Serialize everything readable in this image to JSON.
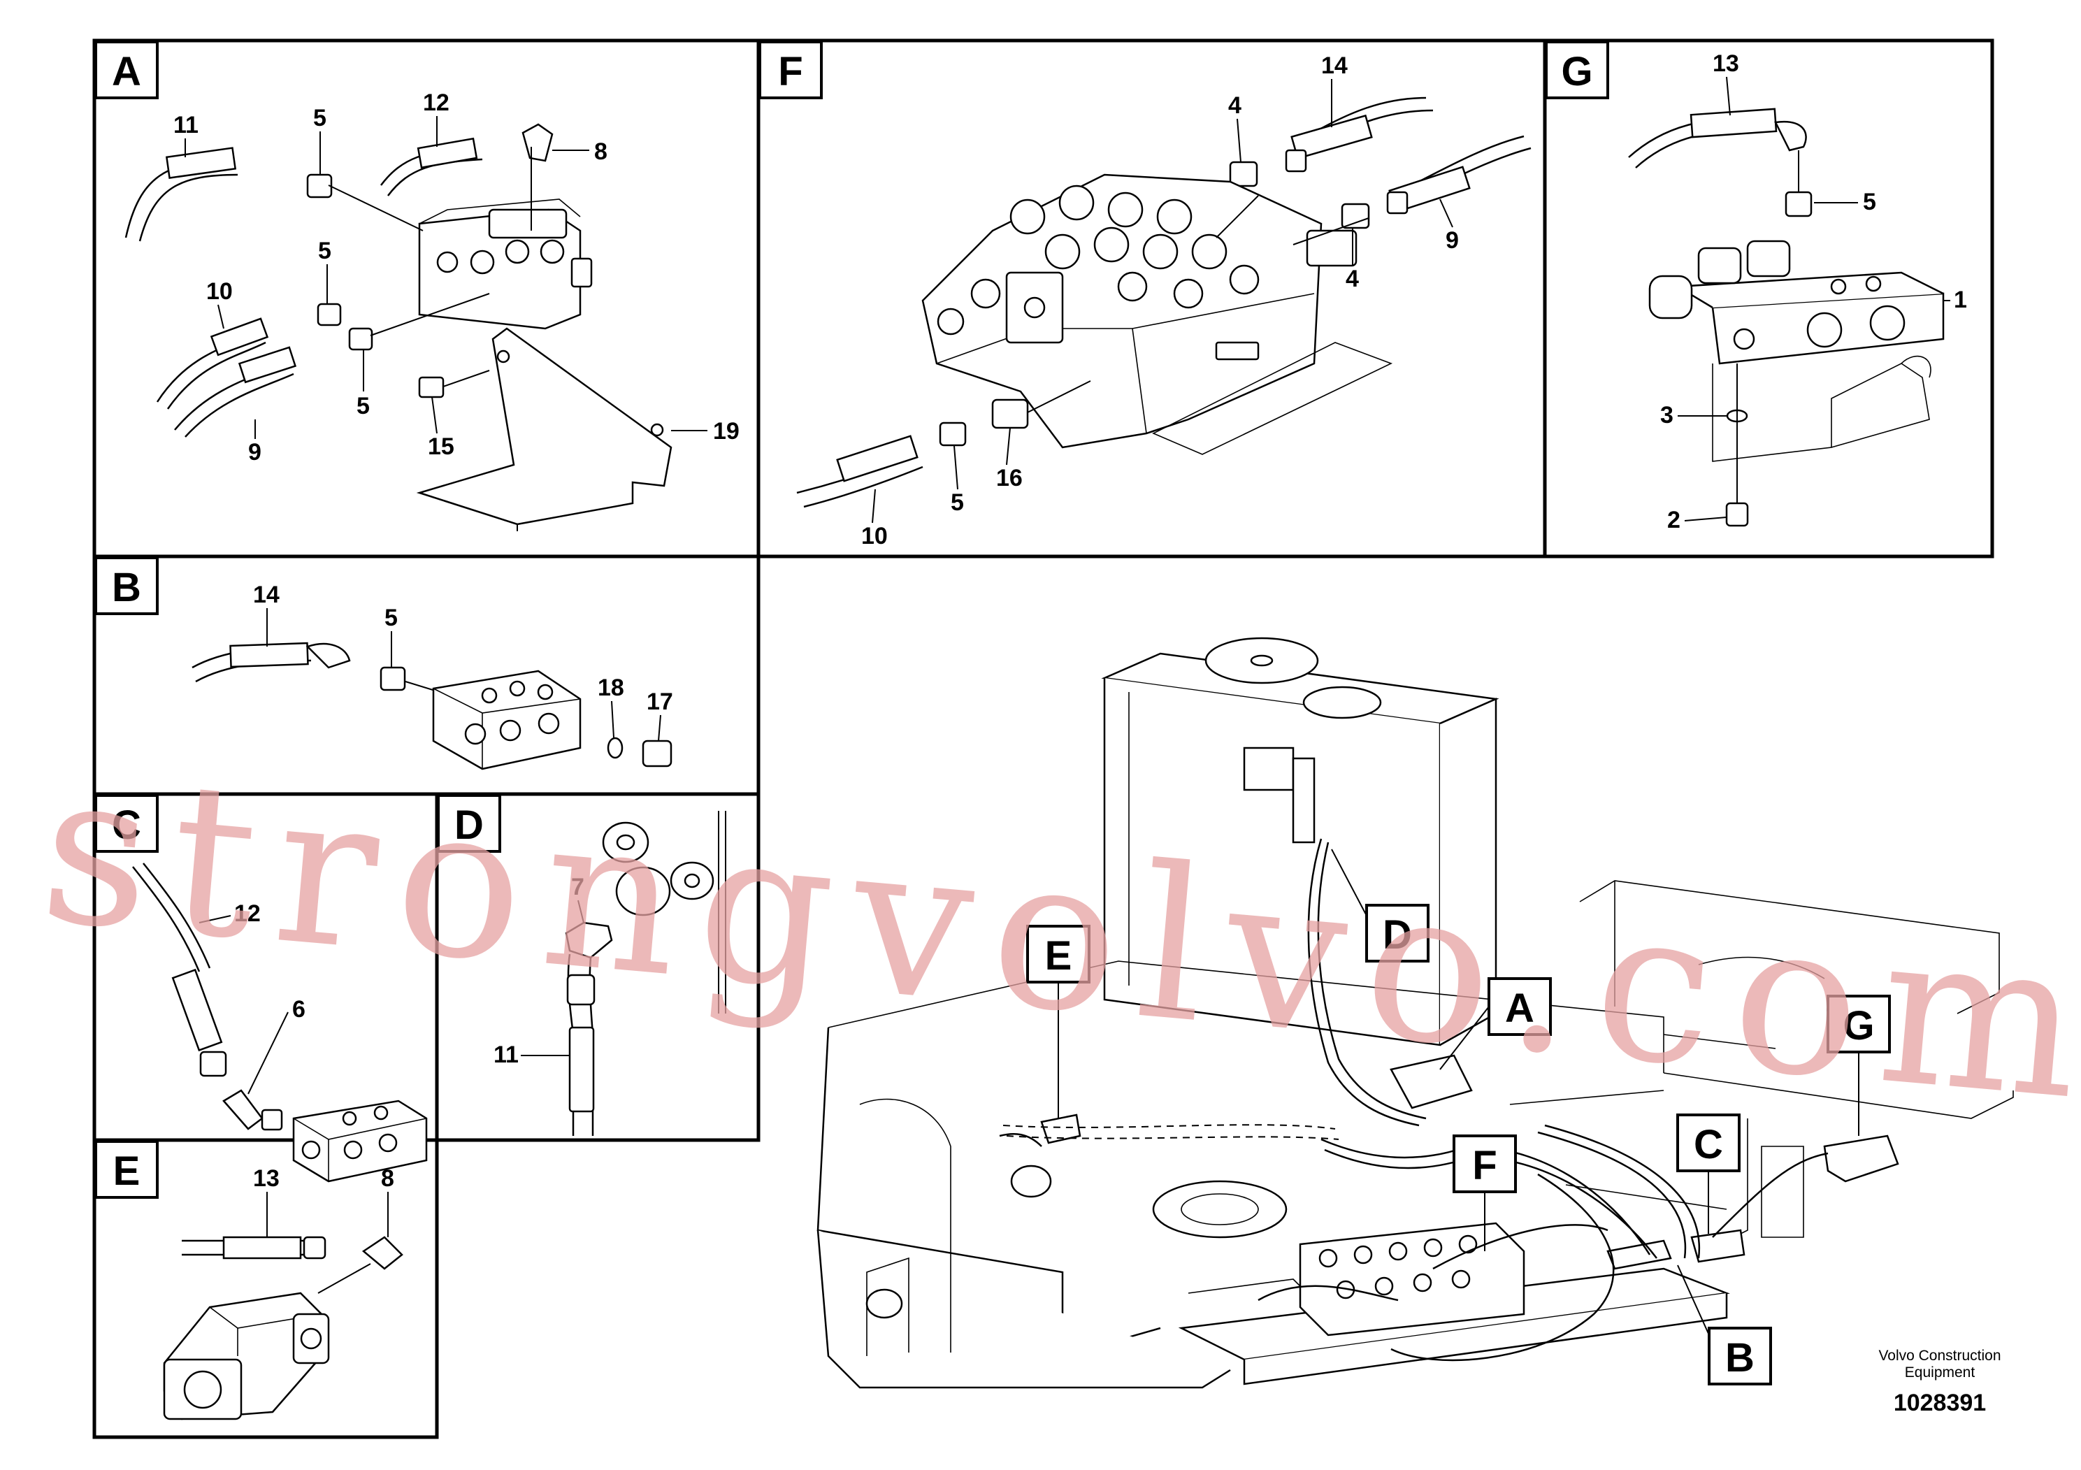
{
  "panels": {
    "A": {
      "label": "A",
      "callouts": [
        "11",
        "5",
        "12",
        "8",
        "5",
        "10",
        "5",
        "9",
        "15",
        "19"
      ]
    },
    "F": {
      "label": "F",
      "callouts": [
        "14",
        "4",
        "9",
        "4",
        "10",
        "5",
        "16"
      ]
    },
    "G": {
      "label": "G",
      "callouts": [
        "13",
        "5",
        "1",
        "3",
        "2"
      ]
    },
    "B": {
      "label": "B",
      "callouts": [
        "14",
        "5",
        "18",
        "17"
      ]
    },
    "C": {
      "label": "C",
      "callouts": [
        "12",
        "6"
      ]
    },
    "D": {
      "label": "D",
      "callouts": [
        "7",
        "11"
      ]
    },
    "E": {
      "label": "E",
      "callouts": [
        "13",
        "8"
      ]
    }
  },
  "overview_tags": [
    "E",
    "D",
    "A",
    "G",
    "F",
    "C",
    "B"
  ],
  "watermark": "strongvolvo.com",
  "brand_line1": "Volvo Construction",
  "brand_line2": "Equipment",
  "doc_number": "1028391"
}
